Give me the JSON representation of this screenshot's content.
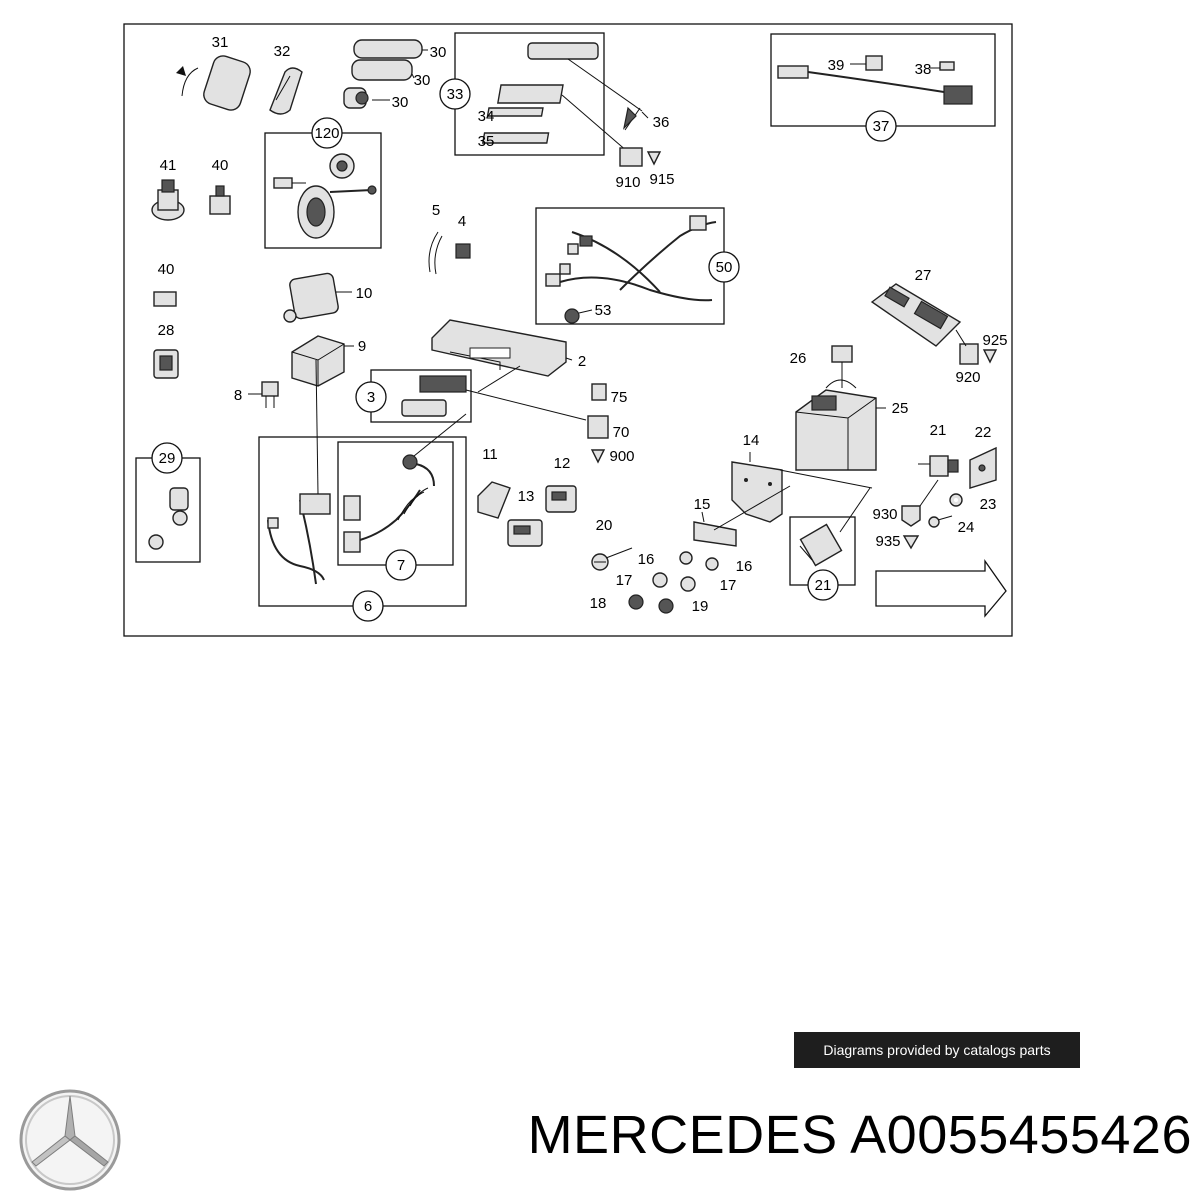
{
  "callouts": {
    "c1": "31",
    "c2": "32",
    "c3": "30",
    "c4": "30",
    "c5": "30",
    "c6": "33",
    "c7": "34",
    "c8": "35",
    "c9": "36",
    "c10": "910",
    "c11": "915",
    "c12": "39",
    "c13": "38",
    "c14": "37",
    "c15": "41",
    "c16": "40",
    "c17": "120",
    "c18": "5",
    "c19": "4",
    "c20": "50",
    "c21": "53",
    "c22": "40",
    "c23": "10",
    "c24": "28",
    "c25": "9",
    "c26": "8",
    "c27": "2",
    "c28": "3",
    "c29": "75",
    "c30": "70",
    "c31": "900",
    "c32": "27",
    "c33": "925",
    "c34": "920",
    "c35": "26",
    "c36": "25",
    "c37": "29",
    "c38": "7",
    "c39": "6",
    "c40": "11",
    "c41": "12",
    "c42": "13",
    "c43": "14",
    "c44": "15",
    "c45": "20",
    "c46": "16",
    "c47": "16",
    "c48": "17",
    "c49": "17",
    "c50": "18",
    "c51": "19",
    "c52": "21",
    "c53": "21",
    "c54": "22",
    "c55": "930",
    "c56": "23",
    "c57": "24",
    "c58": "935"
  },
  "banner": {
    "text": "Diagrams provided by catalogs parts"
  },
  "brand": {
    "title": "MERCEDES A0055455426"
  },
  "icons": {
    "logo": "mercedes-star-icon"
  },
  "colors": {
    "banner_bg": "#1e1e1e",
    "banner_text": "#ffffff",
    "line": "#111111"
  }
}
